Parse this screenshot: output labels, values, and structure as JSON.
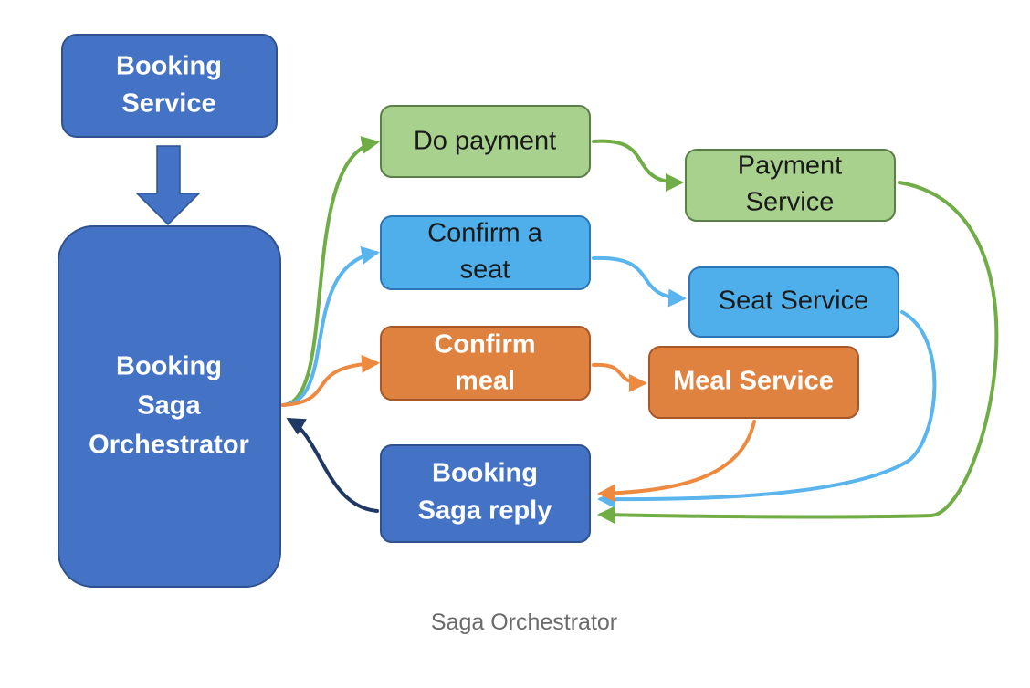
{
  "colors": {
    "blue": "#4472c4",
    "blue_border": "#2f528f",
    "green": "#a9d18e",
    "green_border": "#5b7f49",
    "light_blue": "#4eafea",
    "light_blue_border": "#2e75b6",
    "orange": "#e0823f",
    "orange_border": "#a6582a",
    "arrow_green": "#70ad47",
    "arrow_light_blue": "#5ab4ee",
    "arrow_orange": "#ed8a3f",
    "arrow_navy": "#1f3864"
  },
  "nodes": {
    "booking_service": [
      "Booking",
      "Service"
    ],
    "orchestrator": [
      "Booking",
      "Saga",
      "Orchestrator"
    ],
    "do_payment": [
      "Do payment"
    ],
    "confirm_seat": [
      "Confirm a",
      "seat"
    ],
    "confirm_meal": [
      "Confirm",
      "meal"
    ],
    "saga_reply": [
      "Booking",
      "Saga reply"
    ],
    "payment_service": [
      "Payment",
      "Service"
    ],
    "seat_service": [
      "Seat Service"
    ],
    "meal_service": [
      "Meal Service"
    ]
  },
  "caption": "Saga Orchestrator"
}
